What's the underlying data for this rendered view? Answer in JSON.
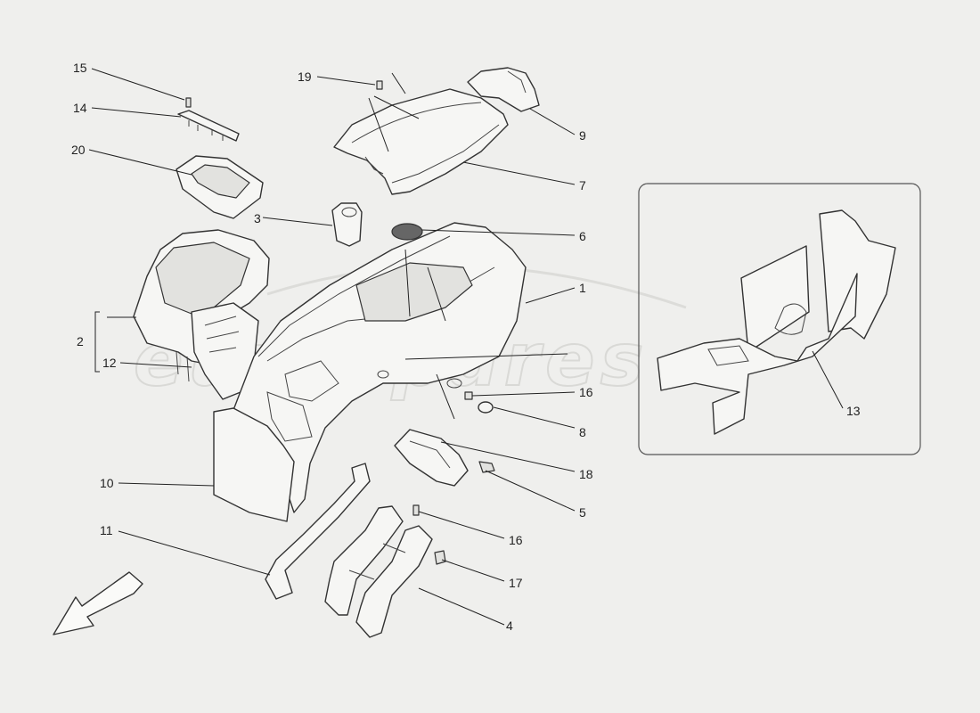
{
  "watermark": "eurospares",
  "callouts": {
    "c1": "1",
    "c2": "2",
    "c3": "3",
    "c4": "4",
    "c5": "5",
    "c6": "6",
    "c7": "7",
    "c8": "8",
    "c9": "9",
    "c10": "10",
    "c11": "11",
    "c12": "12",
    "c13": "13",
    "c14": "14",
    "c15": "15",
    "c16a": "16",
    "c16b": "16",
    "c17": "17",
    "c18": "18",
    "c19": "19",
    "c20": "20"
  },
  "icons": {
    "direction_arrow": "front-direction-arrow-icon"
  },
  "colors": {
    "background": "#efefed",
    "line": "#333333",
    "watermark": "#d9d9d6"
  }
}
